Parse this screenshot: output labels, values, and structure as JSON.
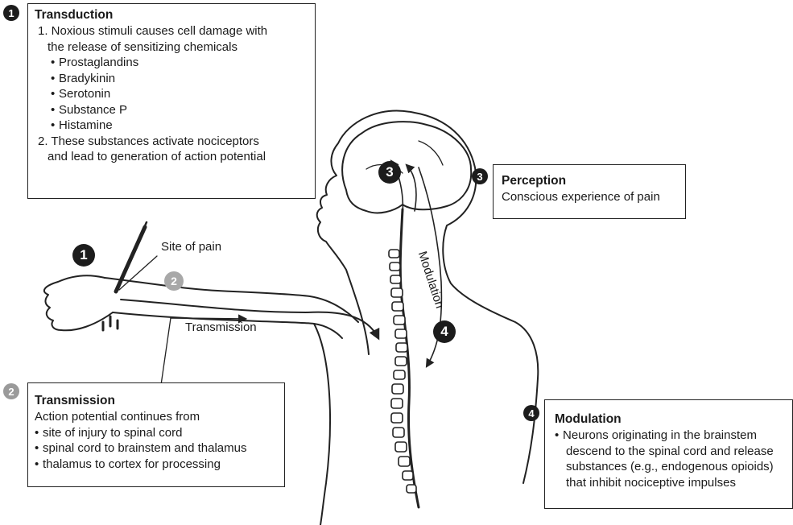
{
  "transduction": {
    "number": "1",
    "title": "Transduction",
    "line1a": "1. Noxious stimuli causes cell damage with",
    "line1b": "the release of sensitizing chemicals",
    "chemicals": [
      "Prostaglandins",
      "Bradykinin",
      "Serotonin",
      "Substance P",
      "Histamine"
    ],
    "line2a": "2. These substances activate nociceptors",
    "line2b": "and lead to generation of action potential"
  },
  "perception": {
    "number": "3",
    "title": "Perception",
    "text": "Conscious experience of pain"
  },
  "transmission": {
    "number": "2",
    "title": "Transmission",
    "intro": "Action potential continues from",
    "items": [
      "site of injury to spinal cord",
      "spinal cord to brainstem and thalamus",
      "thalamus to cortex for processing"
    ]
  },
  "modulation": {
    "number": "4",
    "title": "Modulation",
    "item_a": "Neurons originating in the brainstem",
    "item_b": "descend to the spinal cord and release",
    "item_c": "substances (e.g., endogenous opioids)",
    "item_d": "that inhibit nociceptive impulses"
  },
  "body_labels": {
    "site_of_pain": "Site of pain",
    "transmission_arrow": "Transmission",
    "modulation_arrow": "Modulation",
    "marker_1": "1",
    "marker_2": "2",
    "marker_3": "3",
    "marker_4": "4"
  }
}
